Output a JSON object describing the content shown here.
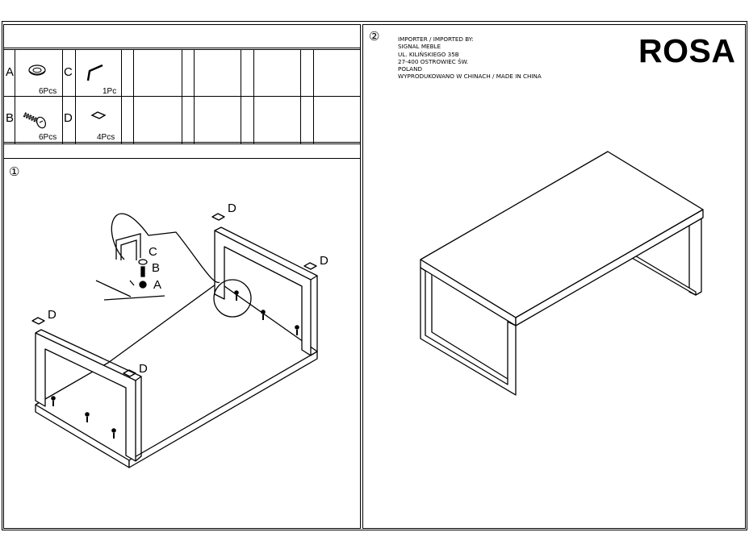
{
  "parts_table": {
    "parts": [
      {
        "letter": "A",
        "icon": "washer-icon",
        "quantity": "6Pcs"
      },
      {
        "letter": "B",
        "icon": "bolt-icon",
        "quantity": "6Pcs"
      },
      {
        "letter": "C",
        "icon": "allen-key-icon",
        "quantity": "1Pc"
      },
      {
        "letter": "D",
        "icon": "foot-pad-icon",
        "quantity": "4Pcs"
      }
    ]
  },
  "step1": {
    "number": "①",
    "labels": {
      "c": "C",
      "b": "B",
      "a": "A",
      "d": "D"
    }
  },
  "step2": {
    "number": "②"
  },
  "importer": {
    "lines": [
      "IMPORTER / IMPORTED BY:",
      "SIGNAL MEBLE",
      "UL. KILIŃSKIEGO 35B",
      "27-400 OSTROWIEC ŚW.",
      "POLAND",
      "WYPRODUKOWANO W CHINACH / MADE IN CHINA"
    ]
  },
  "brand": "ROSA"
}
